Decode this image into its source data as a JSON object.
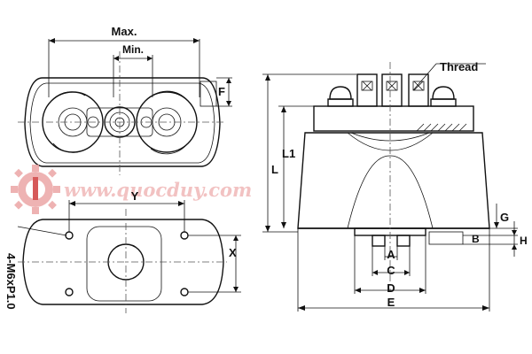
{
  "labels": {
    "max": "Max.",
    "min": "Min.",
    "f": "F",
    "y": "Y",
    "x": "X",
    "thread": "Thread",
    "l1": "L1",
    "l": "L",
    "g": "G",
    "h": "H",
    "b": "B",
    "a": "A",
    "c": "C",
    "d": "D",
    "e": "E",
    "holes": "4-M6xP1.0"
  },
  "watermark": {
    "text": "www.quocduy.com",
    "color": "#e05a5a"
  }
}
